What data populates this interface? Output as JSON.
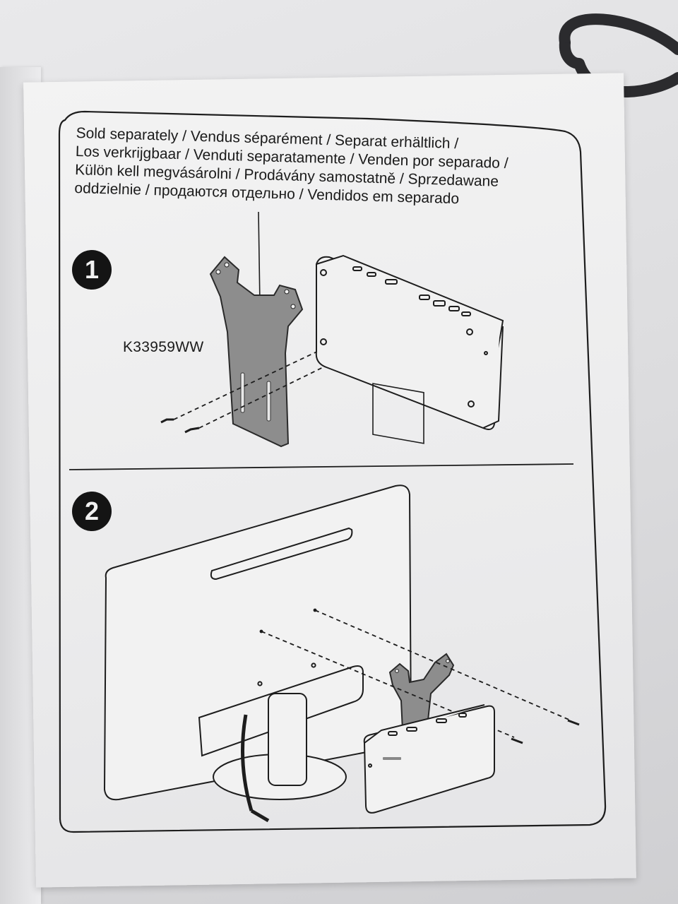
{
  "header": {
    "lines": [
      "Sold separately / Vendus séparément / Separat erhältlich /",
      "Los verkrijgbaar / Venduti separatamente / Venden por separado /",
      "Külön kell megvásárolni / Prodávány samostatně / Sprzedawane",
      "oddzielnie / продаются отдельно / Vendidos em separado"
    ]
  },
  "step1": {
    "number": "1",
    "part_number": "K33959WW"
  },
  "step2": {
    "number": "2"
  },
  "colors": {
    "paper": "#efefef",
    "ink": "#1b1b1b",
    "bracket": "#8a8a8a"
  }
}
